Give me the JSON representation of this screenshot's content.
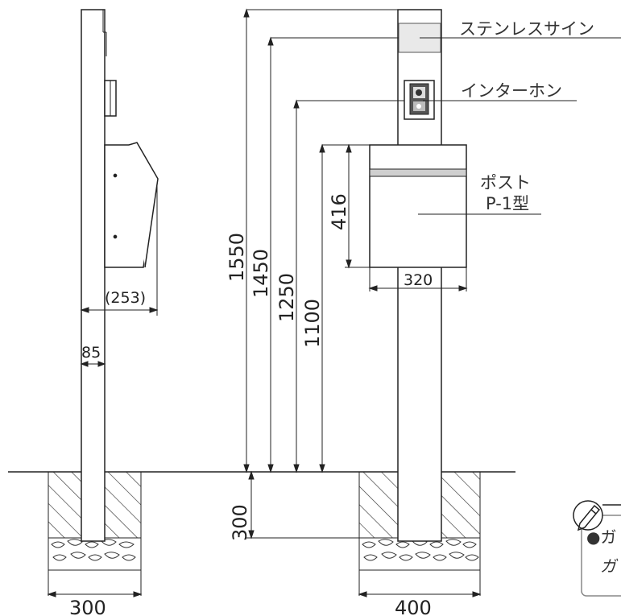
{
  "labels": {
    "stainless_sign": "ステンレスサイン",
    "intercom": "インターホン",
    "post": "ポスト",
    "post_model": "P-1型"
  },
  "dimensions": {
    "side_depth": "(253)",
    "post_width": "85",
    "height_1550": "1550",
    "height_1450": "1450",
    "height_1250": "1250",
    "height_1100": "1100",
    "box_height": "416",
    "box_width": "320",
    "embed_depth": "300",
    "footing_side": "300",
    "footing_front": "400"
  },
  "note": {
    "line1": "●ガ",
    "line2": "ガ"
  },
  "colors": {
    "line": "#222222",
    "post_fill": "#ffffff",
    "sign_fill": "#e9e9e9",
    "hatch": "#333333"
  }
}
